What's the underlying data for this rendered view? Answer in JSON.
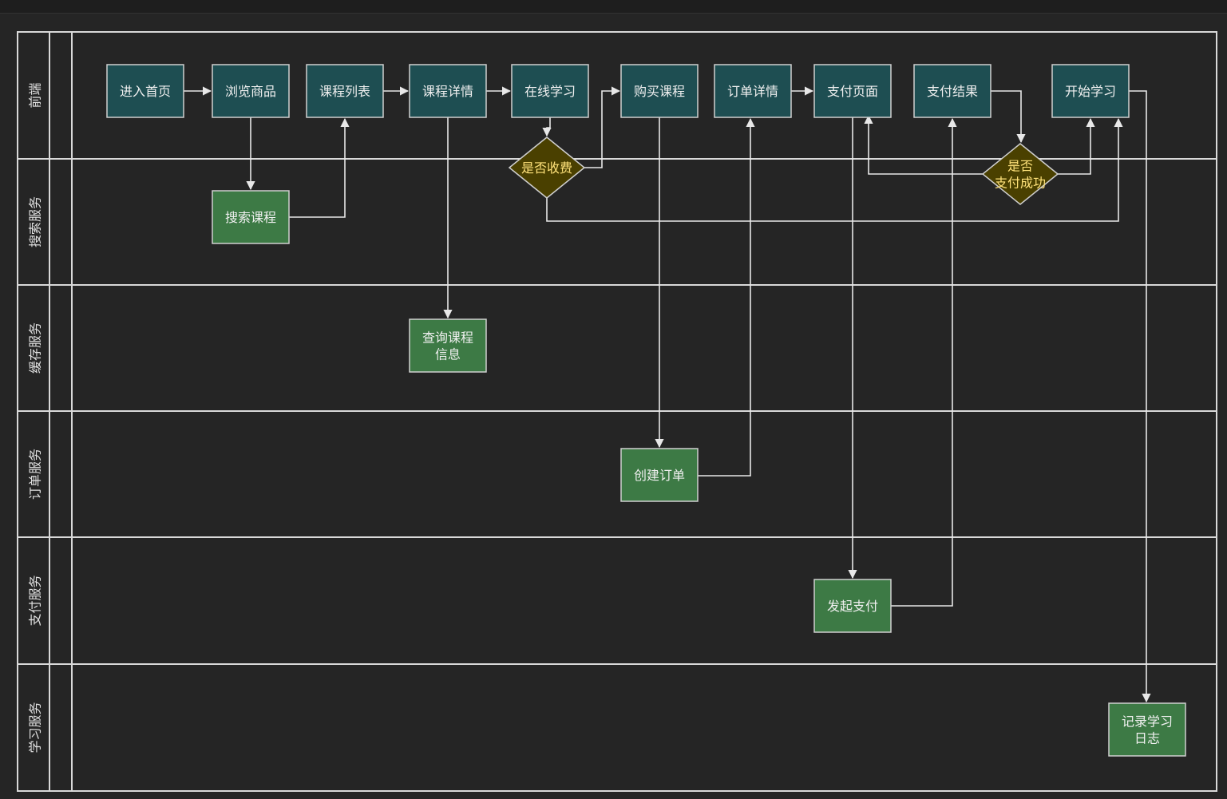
{
  "colors": {
    "background": "#252525",
    "grid_line": "#d9d9d9",
    "frontend_fill": "#1e4e52",
    "service_fill": "#3d7a45",
    "decision_fill": "#4a4000",
    "node_border": "#d0d0d0",
    "node_text": "#f0f0f0",
    "decision_text": "#ffe27a",
    "edge": "#e8e8e8",
    "lane_label": "#e0e0e0"
  },
  "lanes": [
    {
      "id": "frontend",
      "label": "前端"
    },
    {
      "id": "search",
      "label": "搜索服务"
    },
    {
      "id": "cache",
      "label": "缓存服务"
    },
    {
      "id": "order",
      "label": "订单服务"
    },
    {
      "id": "pay",
      "label": "支付服务"
    },
    {
      "id": "learn",
      "label": "学习服务"
    }
  ],
  "nodes": [
    {
      "id": "home",
      "label": "进入首页",
      "kind": "frontend",
      "icon": "process-box"
    },
    {
      "id": "browse",
      "label": "浏览商品",
      "kind": "frontend",
      "icon": "process-box"
    },
    {
      "id": "list",
      "label": "课程列表",
      "kind": "frontend",
      "icon": "process-box"
    },
    {
      "id": "detail",
      "label": "课程详情",
      "kind": "frontend",
      "icon": "process-box"
    },
    {
      "id": "online",
      "label": "在线学习",
      "kind": "frontend",
      "icon": "process-box"
    },
    {
      "id": "buy",
      "label": "购买课程",
      "kind": "frontend",
      "icon": "process-box"
    },
    {
      "id": "orderdetail",
      "label": "订单详情",
      "kind": "frontend",
      "icon": "process-box"
    },
    {
      "id": "paypage",
      "label": "支付页面",
      "kind": "frontend",
      "icon": "process-box"
    },
    {
      "id": "payresult",
      "label": "支付结果",
      "kind": "frontend",
      "icon": "process-box"
    },
    {
      "id": "startlearn",
      "label": "开始学习",
      "kind": "frontend",
      "icon": "process-box"
    },
    {
      "id": "search",
      "label": "搜索课程",
      "kind": "service",
      "icon": "process-box"
    },
    {
      "id": "query",
      "label": "查询课程\n信息",
      "kind": "service",
      "icon": "process-box"
    },
    {
      "id": "createorder",
      "label": "创建订单",
      "kind": "service",
      "icon": "process-box"
    },
    {
      "id": "initpay",
      "label": "发起支付",
      "kind": "service",
      "icon": "process-box"
    },
    {
      "id": "log",
      "label": "记录学习\n日志",
      "kind": "service",
      "icon": "process-box"
    },
    {
      "id": "charge",
      "label": "是否收费",
      "kind": "decision",
      "icon": "decision-diamond"
    },
    {
      "id": "paid",
      "label": "是否\n支付成功",
      "kind": "decision",
      "icon": "decision-diamond"
    }
  ],
  "edges": [
    {
      "from": "home",
      "to": "browse"
    },
    {
      "from": "browse",
      "to": "search"
    },
    {
      "from": "search",
      "to": "list"
    },
    {
      "from": "list",
      "to": "detail"
    },
    {
      "from": "detail",
      "to": "online"
    },
    {
      "from": "detail",
      "to": "query"
    },
    {
      "from": "online",
      "to": "charge"
    },
    {
      "from": "charge",
      "to": "buy"
    },
    {
      "from": "charge",
      "to": "startlearn"
    },
    {
      "from": "buy",
      "to": "createorder"
    },
    {
      "from": "createorder",
      "to": "orderdetail"
    },
    {
      "from": "orderdetail",
      "to": "paypage"
    },
    {
      "from": "paypage",
      "to": "initpay"
    },
    {
      "from": "initpay",
      "to": "payresult"
    },
    {
      "from": "payresult",
      "to": "paid"
    },
    {
      "from": "paid",
      "to": "startlearn"
    },
    {
      "from": "paid",
      "to": "paypage"
    },
    {
      "from": "startlearn",
      "to": "log"
    }
  ]
}
